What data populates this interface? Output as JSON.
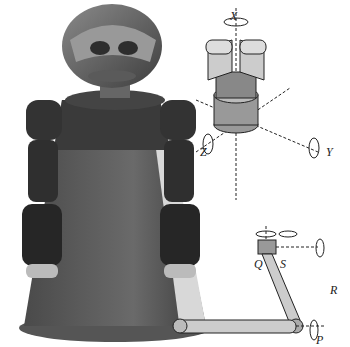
{
  "diagram": {
    "labels": [
      "X",
      "Z",
      "Y",
      "Q",
      "S",
      "R",
      "P"
    ]
  }
}
